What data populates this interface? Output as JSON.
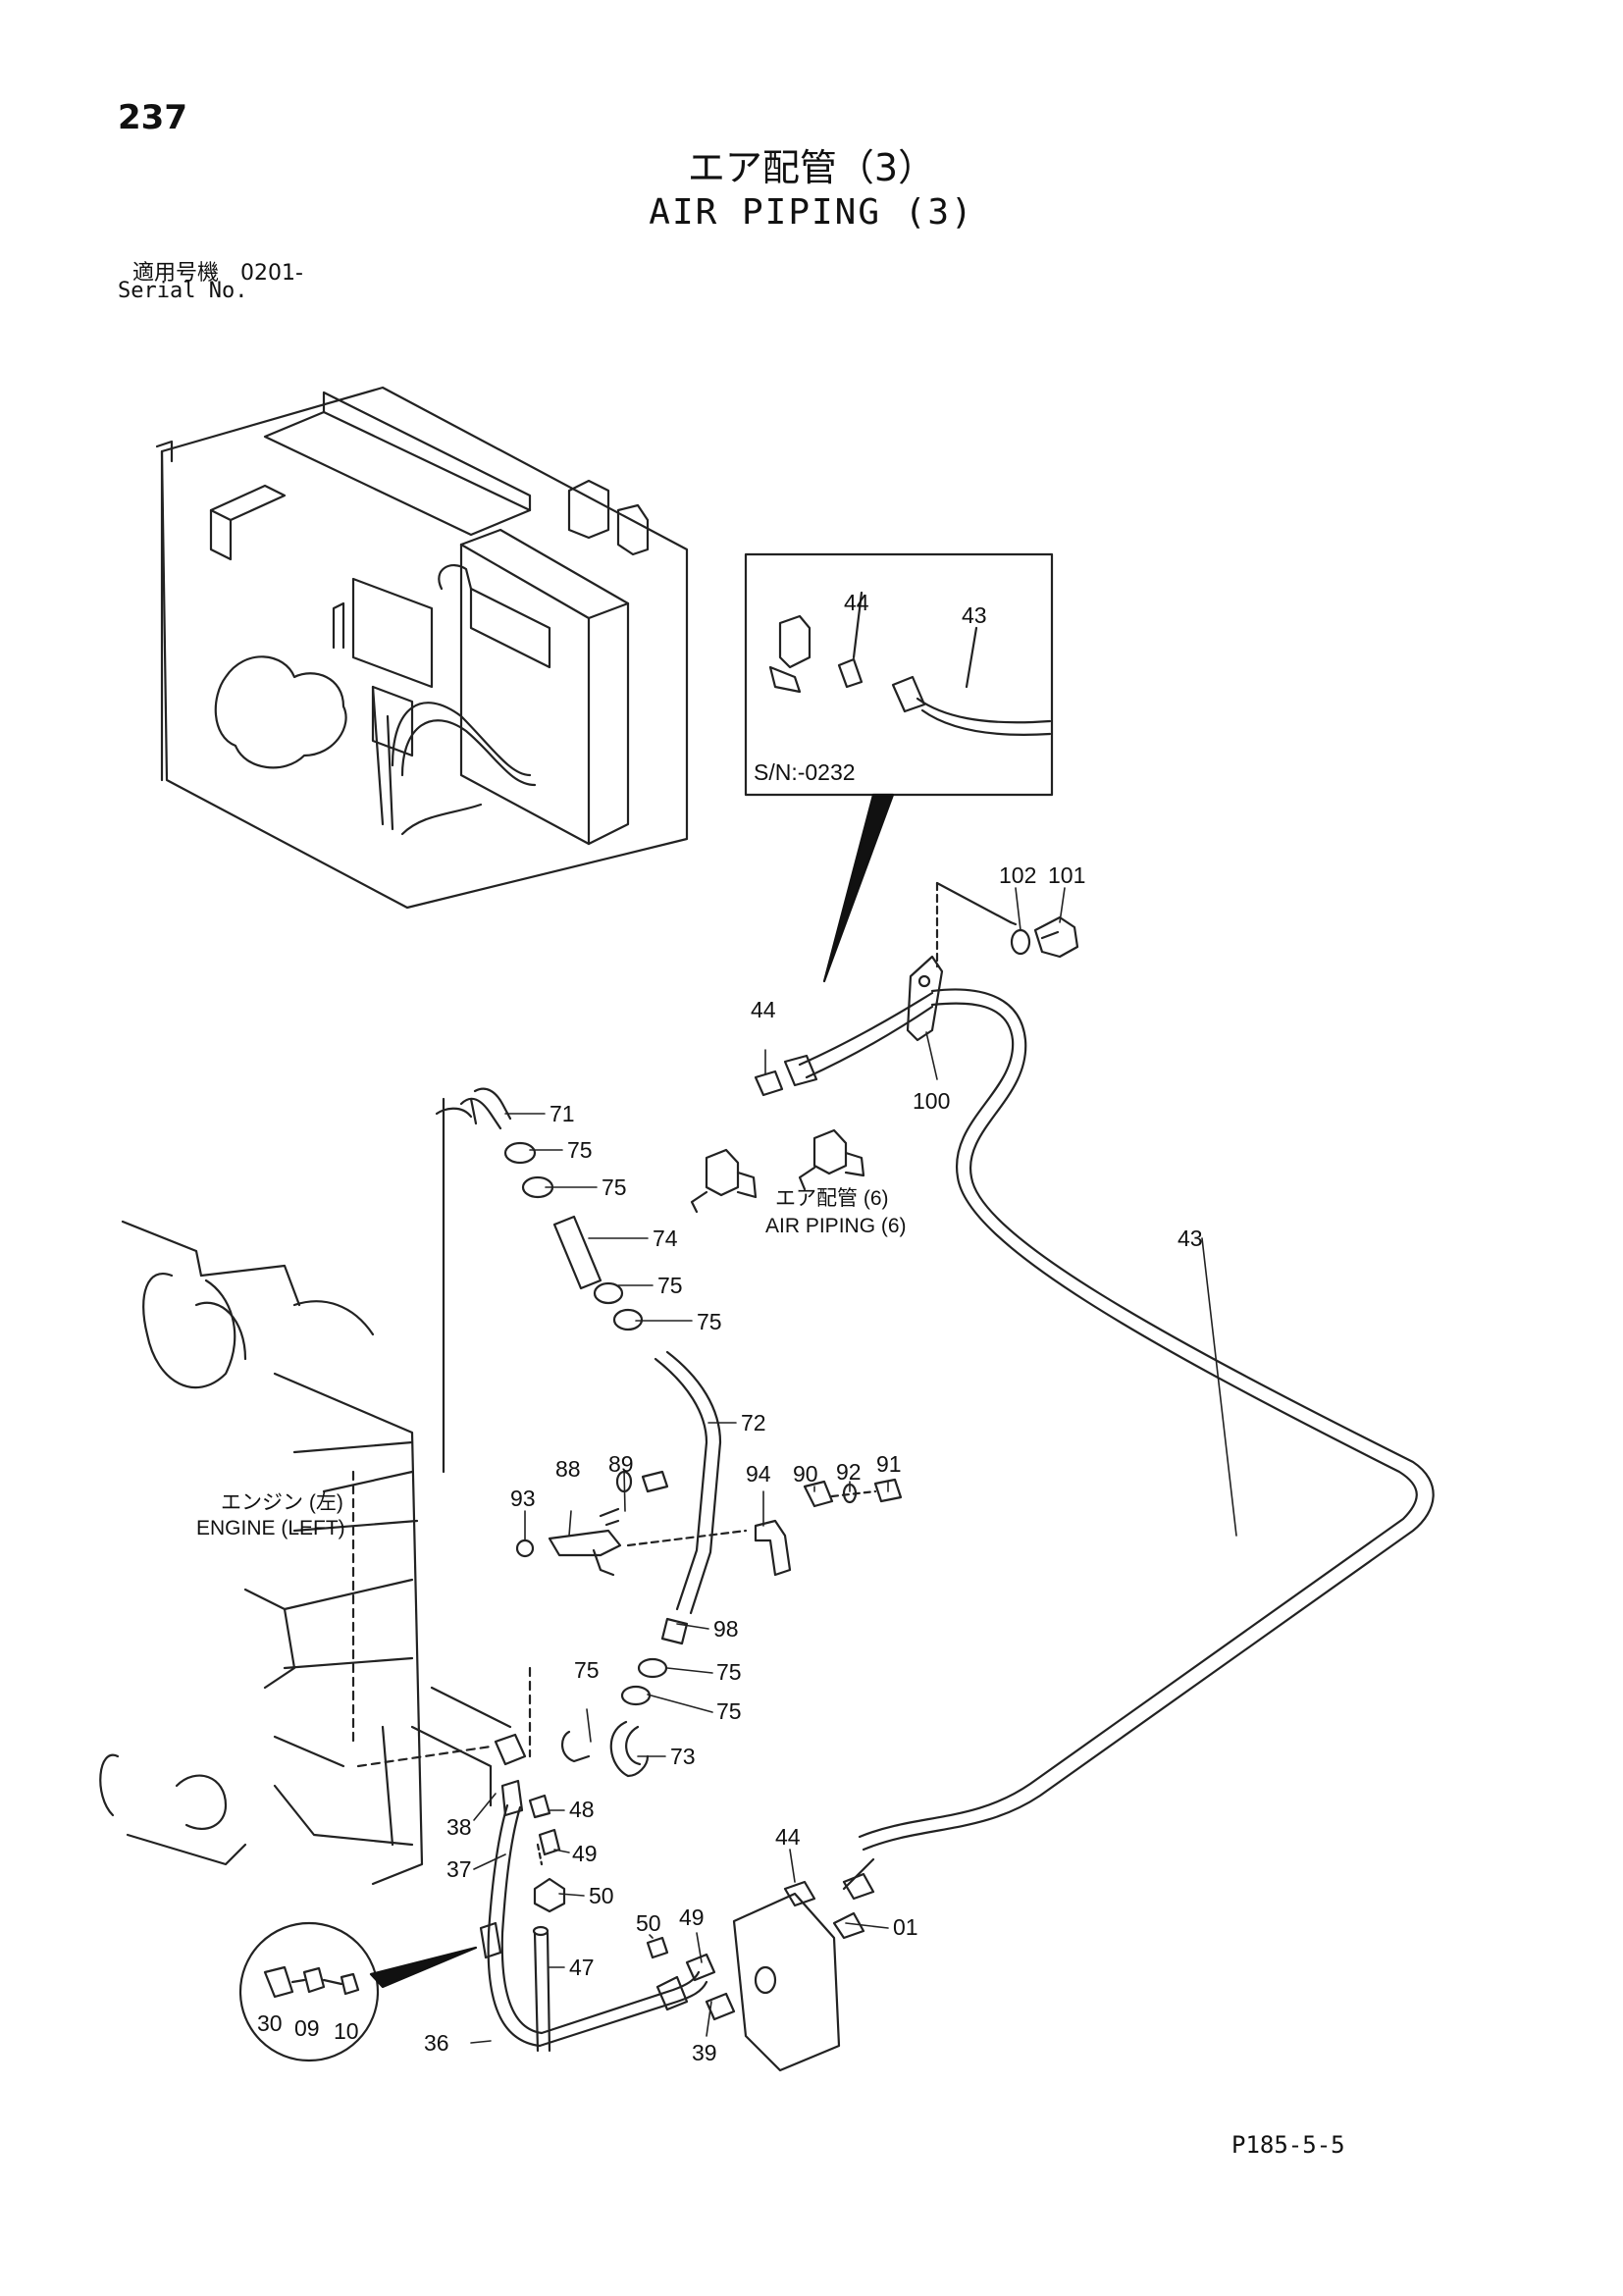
{
  "header": {
    "page_number": "237",
    "title_jp": "エア配管（3）",
    "title_en": "AIR PIPING (3)",
    "serial_jp": "適用号機　0201-",
    "serial_en": "Serial No."
  },
  "inset": {
    "serial_range": "S/N:-0232",
    "part_labels": [
      "44",
      "43"
    ]
  },
  "notes": {
    "air_piping_jp": "エア配管 (6)",
    "air_piping_en": "AIR PIPING (6)",
    "engine_jp": "エンジン (左)",
    "engine_en": "ENGINE (LEFT)"
  },
  "parts": {
    "p102": "102",
    "p101": "101",
    "p44a": "44",
    "p100": "100",
    "p43": "43",
    "p71": "71",
    "p75a": "75",
    "p75b": "75",
    "p74": "74",
    "p75c": "75",
    "p75d": "75",
    "p72": "72",
    "p93": "93",
    "p88": "88",
    "p89": "89",
    "p94": "94",
    "p90": "90",
    "p92": "92",
    "p91": "91",
    "p98": "98",
    "p75e": "75",
    "p75f": "75",
    "p75g": "75",
    "p73": "73",
    "p48": "48",
    "p38": "38",
    "p49a": "49",
    "p37": "37",
    "p50a": "50",
    "p44b": "44",
    "p49b": "49",
    "p50b": "50",
    "p01": "01",
    "p47": "47",
    "p36": "36",
    "p39": "39",
    "p30": "30",
    "p09": "09",
    "p10": "10"
  },
  "footer": {
    "drawing_code": "P185-5-5"
  }
}
